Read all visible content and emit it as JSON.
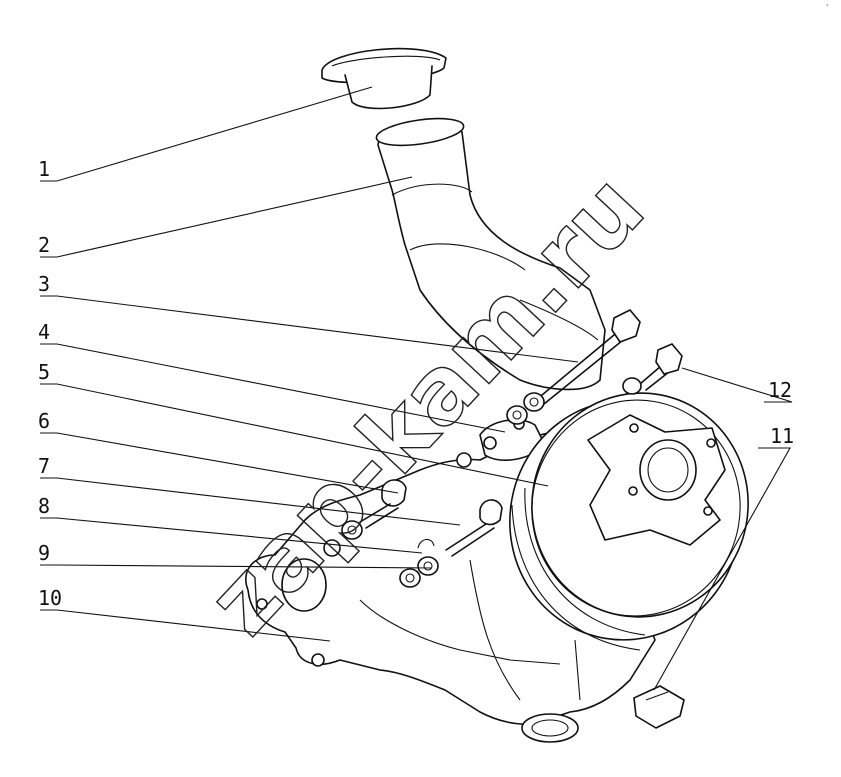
{
  "callouts": [
    {
      "number": "1",
      "part": "cap"
    },
    {
      "number": "2",
      "part": "inlet-pipe"
    },
    {
      "number": "3",
      "part": "long-bolt"
    },
    {
      "number": "4",
      "part": "washer"
    },
    {
      "number": "5",
      "part": "pump-body"
    },
    {
      "number": "6",
      "part": "bolt"
    },
    {
      "number": "7",
      "part": "washer"
    },
    {
      "number": "8",
      "part": "bolt"
    },
    {
      "number": "9",
      "part": "washer"
    },
    {
      "number": "10",
      "part": "gasket"
    },
    {
      "number": "11",
      "part": "drain-plug"
    },
    {
      "number": "12",
      "part": "bolt"
    }
  ],
  "watermark": "zap-kam.ru",
  "corner_mark": "ʻ"
}
